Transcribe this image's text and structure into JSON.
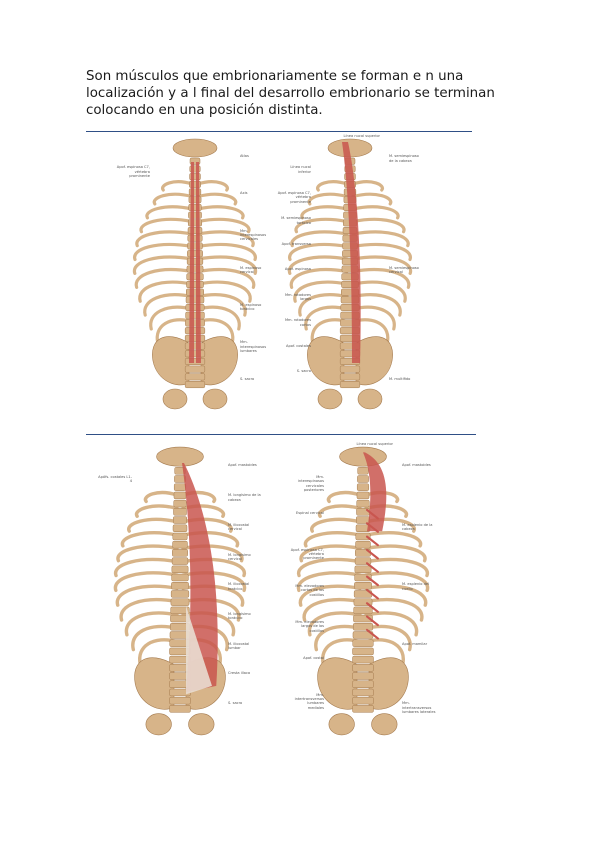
{
  "intro_text": "Son músculos que embrionariamente se forman e n una localización y a l final del desarrollo embrionario se terminan colocando en una posición distinta.",
  "colors": {
    "bone": "#d7b489",
    "bone_dark": "#a47a4e",
    "muscle": "#c9564f",
    "muscle_light": "#e08a7f",
    "tendon": "#e9ddd2",
    "rule": "#2f4f86"
  },
  "figures": [
    {
      "id": "fig-a",
      "labels_left": [
        "Apof. espinosa C7, vértebra prominente"
      ],
      "labels_right": [
        "Atlas",
        "Axis",
        "Mm. interespinosos cervicales",
        "M. espinoso cervical",
        "M. espinoso torácico",
        "Mm. interespinosos lumbares",
        "S. sacro"
      ]
    },
    {
      "id": "fig-b",
      "labels_top": [
        "Línea nucal superior"
      ],
      "labels_left": [
        "Línea nucal inferior",
        "Apof. espinosa C7, vértebra prominente",
        "M. semiespinoso torácico",
        "Apof. transversa",
        "Apof. espinosa",
        "Mm. rotadores largos",
        "Mm. rotadores cortos",
        "Apof. costales",
        "S. sacro"
      ],
      "labels_right": [
        "M. semiespinoso de la cabeza",
        "M. semiespinoso cervical",
        "M. multífido"
      ]
    },
    {
      "id": "fig-c",
      "labels_left": [
        "Apófs. costales L1-4"
      ],
      "labels_right": [
        "Apof. mastoides",
        "M. longísimo de la cabeza",
        "M. iliocostal cervical",
        "M. longísimo cervical",
        "M. iliocostal torácico",
        "M. longísimo torácico",
        "M. iliocostal lumbar",
        "Cresta ilíaca",
        "S. sacro"
      ]
    },
    {
      "id": "fig-d",
      "labels_top": [
        "Línea nucal superior"
      ],
      "labels_left": [
        "Mm. interespinosos cervicales posteriores",
        "Espinal cervical",
        "Apof. espinosa C7, vértebra prominente",
        "Mm. elevadores cortos de las costillas",
        "Mm. elevadores largos de las costillas",
        "Apof. costal",
        "Mm. intertransversos lumbares mediales"
      ],
      "labels_right": [
        "Apof. mastoides",
        "M. esplenio de la cabeza",
        "M. esplenio del cuello",
        "Apof. mamilar",
        "Mm. intertransversos lumbares laterales"
      ]
    }
  ]
}
